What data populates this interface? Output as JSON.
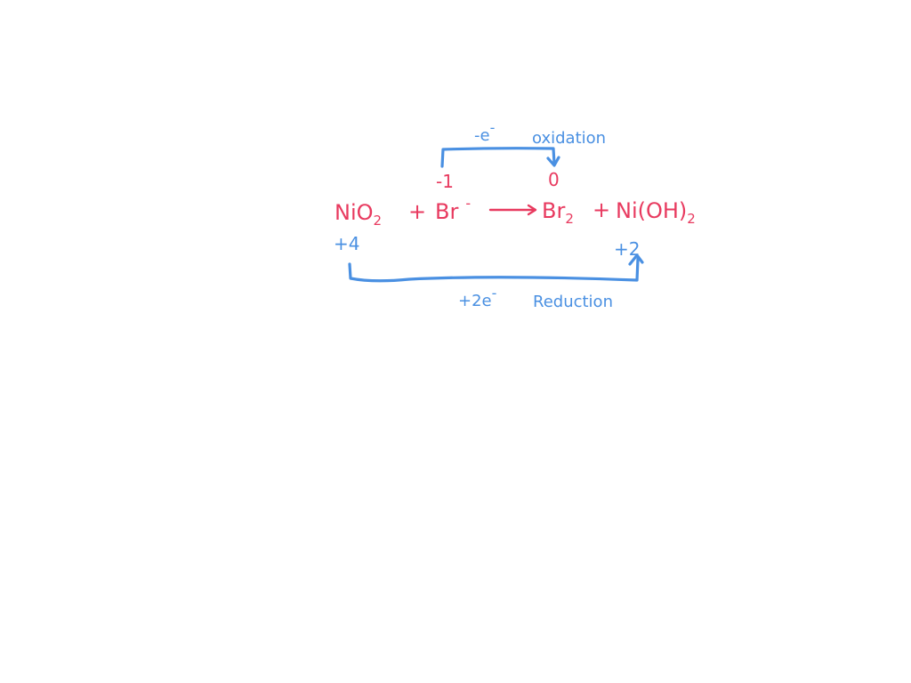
{
  "equation": {
    "reactant_1": {
      "base": "NiO",
      "subscript": "2"
    },
    "plus_1": "+",
    "reactant_2": {
      "base": "Br",
      "superscript": "-"
    },
    "product_1": {
      "base": "Br",
      "subscript": "2"
    },
    "plus_2": "+",
    "product_2": {
      "base": "Ni(OH)",
      "subscript": "2"
    }
  },
  "oxidation_states": {
    "br_ion": "-1",
    "br_2": "0",
    "ni_in_nio2": "+4",
    "ni_in_hydroxide": "+2"
  },
  "annotations": {
    "top_electrons": "-e",
    "top_electrons_superscript": "-",
    "top_label": "oxidation",
    "bottom_electrons": "+2e",
    "bottom_electrons_superscript": "-",
    "bottom_label": "Reduction"
  },
  "colors": {
    "equation_ink": "#e83a5f",
    "annotation_ink": "#4a90e2",
    "background": "#ffffff"
  }
}
